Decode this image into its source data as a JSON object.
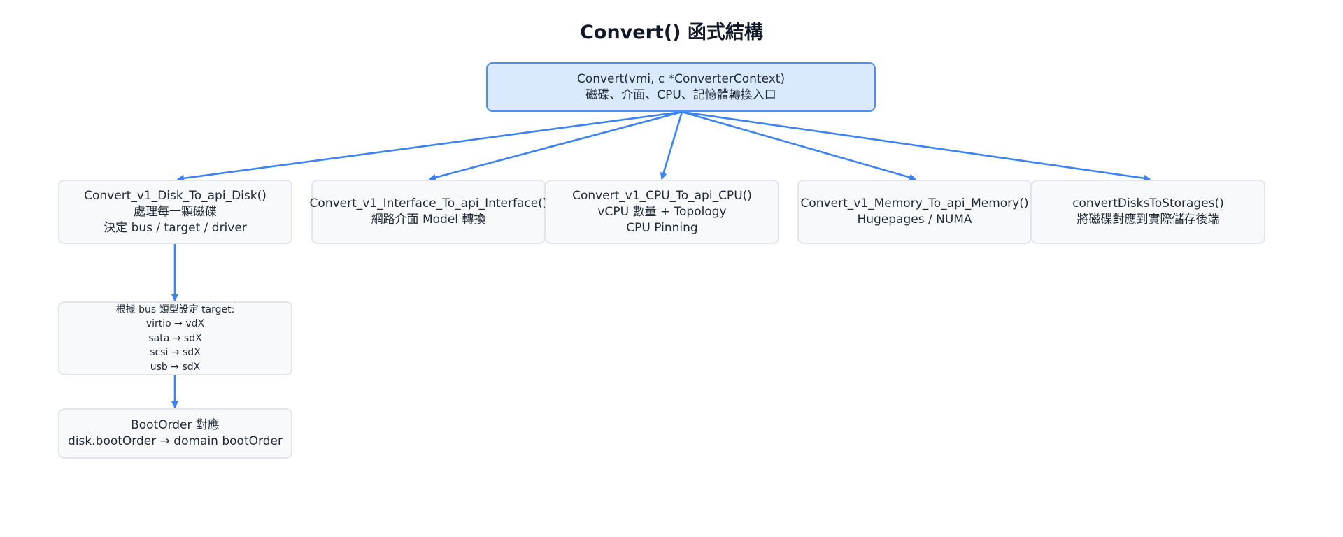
{
  "diagram": {
    "title": "Convert() 函式結構",
    "edge_color": "#3b82f6",
    "root": {
      "line1": "Convert(vmi, c *ConverterContext)",
      "line2": "磁碟、介面、CPU、記憶體轉換入口"
    },
    "disk": {
      "line1": "Convert_v1_Disk_To_api_Disk()",
      "line2": "處理每一顆磁碟",
      "line3": "決定 bus / target / driver"
    },
    "iface": {
      "line1": "Convert_v1_Interface_To_api_Interface()",
      "line2": "網路介面 Model 轉換"
    },
    "cpu": {
      "line1": "Convert_v1_CPU_To_api_CPU()",
      "line2": "vCPU 數量 + Topology",
      "line3": "CPU Pinning"
    },
    "memory": {
      "line1": "Convert_v1_Memory_To_api_Memory()",
      "line2": "Hugepages / NUMA"
    },
    "storages": {
      "line1": "convertDisksToStorages()",
      "line2": "將磁碟對應到實際儲存後端"
    },
    "target": {
      "line1": "根據 bus 類型設定 target:",
      "line2": "virtio → vdX",
      "line3": "sata → sdX",
      "line4": "scsi → sdX",
      "line5": "usb → sdX"
    },
    "bootorder": {
      "line1": "BootOrder 對應",
      "line2": "disk.bootOrder → domain bootOrder"
    }
  }
}
